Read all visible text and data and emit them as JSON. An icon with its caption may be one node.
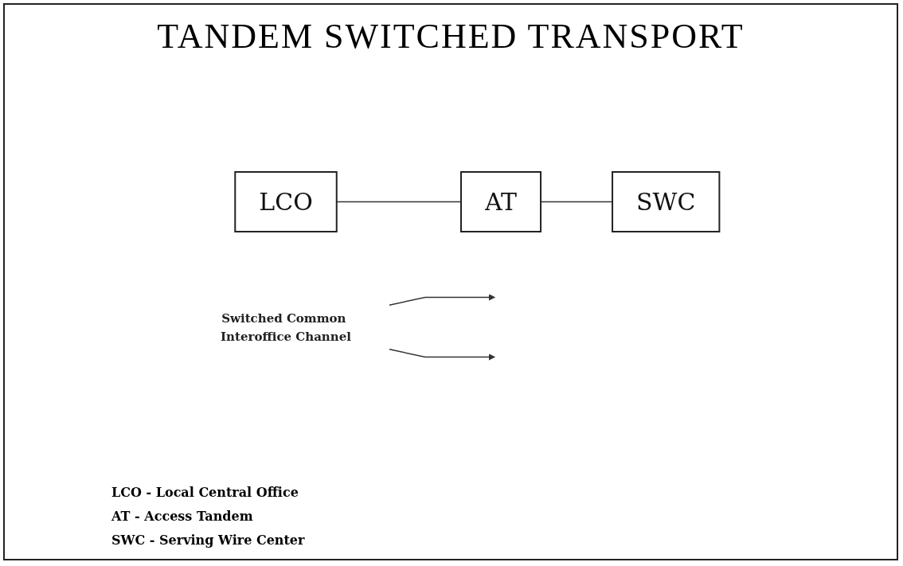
{
  "diagram": {
    "title": "TANDEM SWITCHED TRANSPORT",
    "nodes": [
      {
        "text": [
          "AT"
        ]
      },
      {
        "text": [
          "Switched Common Interoffice Channel"
        ]
      },
      {
        "text": [
          "LCO"
        ]
      },
      {
        "text": [
          "SWC"
        ]
      }
    ],
    "edges": [
      {
        "from": 2,
        "to": 0,
        "arrow": "none"
      },
      {
        "from": 0,
        "to": 3,
        "arrow": "none"
      },
      {
        "from": 1,
        "to": null,
        "arrow": "to"
      },
      {
        "from": 1,
        "to": null,
        "arrow": "to"
      }
    ],
    "labels": [
      "LCO - Local Central Office",
      "AT - Access Tandem",
      "SWC - Serving Wire Center"
    ]
  }
}
